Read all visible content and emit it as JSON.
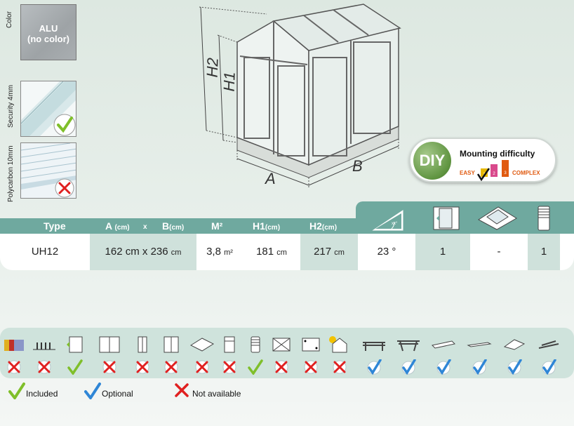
{
  "left": {
    "color_label": "Color",
    "color_value_line1": "ALU",
    "color_value_line2": "(no color)",
    "security_label": "Security 4mm",
    "polycarbon_label": "Polycarbon 10mm"
  },
  "diagram": {
    "label_h2": "H2",
    "label_h1": "H1",
    "label_a": "A",
    "label_b": "B"
  },
  "diy": {
    "badge": "DIY",
    "title": "Mounting difficulty",
    "easy": "EASY",
    "complex": "COMPLEX",
    "steps": [
      "1",
      "2",
      "3"
    ]
  },
  "table": {
    "headers": {
      "type": "Type",
      "a": "A",
      "a_unit": "(cm)",
      "x": "x",
      "b": "B",
      "b_unit": "(cm)",
      "m2": "M²",
      "h1": "H1",
      "h1_unit": "(cm)",
      "h2": "H2",
      "h2_unit": "(cm)",
      "roof_angle_icon_text": "xx°"
    },
    "row": {
      "type": "UH12",
      "dims": "162 cm x 236",
      "dims_unit": "cm",
      "m2": "3,8",
      "m2_unit": "m²",
      "h1": "181",
      "h1_unit": "cm",
      "h2": "217",
      "h2_unit": "cm",
      "angle": "23 °",
      "doors": "1",
      "roof_windows": "-",
      "louvres": "1"
    }
  },
  "options": {
    "items": [
      {
        "icon": "color-palette-icon",
        "status": "not-available"
      },
      {
        "icon": "fence-icon",
        "status": "not-available"
      },
      {
        "icon": "single-door-icon",
        "status": "included"
      },
      {
        "icon": "double-door-icon",
        "status": "not-available"
      },
      {
        "icon": "side-door-icon",
        "status": "not-available"
      },
      {
        "icon": "double-side-door-icon",
        "status": "not-available"
      },
      {
        "icon": "roof-window-icon",
        "status": "not-available"
      },
      {
        "icon": "louvre-window-icon",
        "status": "not-available"
      },
      {
        "icon": "louvre-icon",
        "status": "included"
      },
      {
        "icon": "crossed-panel-icon",
        "status": "not-available"
      },
      {
        "icon": "anchor-panel-icon",
        "status": "not-available"
      },
      {
        "icon": "greenhouse-sun-icon",
        "status": "not-available"
      },
      {
        "icon": "shelving-icon",
        "status": "optional"
      },
      {
        "icon": "staging-icon",
        "status": "optional"
      },
      {
        "icon": "tray-icon",
        "status": "optional"
      },
      {
        "icon": "flat-shelf-icon",
        "status": "optional"
      },
      {
        "icon": "gutter-icon",
        "status": "optional"
      },
      {
        "icon": "tools-icon",
        "status": "optional"
      }
    ],
    "legend": {
      "included": "Included",
      "optional": "Optional",
      "not_available": "Not available"
    }
  },
  "colors": {
    "header_teal": "#6fa99f",
    "row_shade": "#cfe1db",
    "included_green": "#7fbf2a",
    "optional_blue": "#2f86d6",
    "not_available_red": "#e02020",
    "difficulty_orange": "#e05a10"
  }
}
